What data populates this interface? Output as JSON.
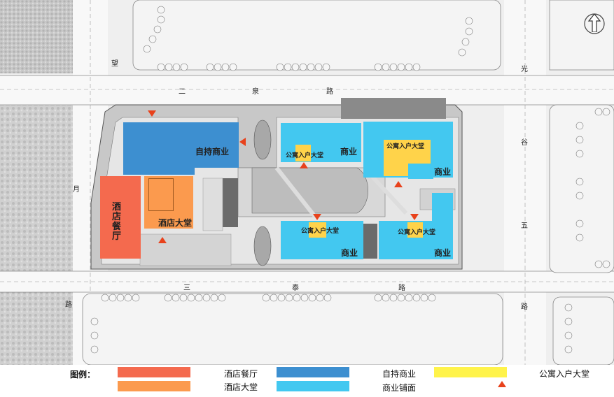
{
  "roads": {
    "north": [
      "二",
      "泉",
      "路"
    ],
    "south": [
      "三",
      "泰",
      "路"
    ],
    "west": [
      "望",
      "月",
      "路"
    ],
    "east": [
      "光",
      "谷",
      "五",
      "路"
    ]
  },
  "zones": {
    "self_owned_commercial": "自持商业",
    "commercial_1": "商业",
    "commercial_2": "商业",
    "commercial_3": "商业",
    "commercial_4": "商业",
    "apt_lobby_1": "公寓入户大堂",
    "apt_lobby_2": "公寓入户大堂",
    "apt_lobby_3": "公寓入户大堂",
    "apt_lobby_4": "公寓入户大堂",
    "hotel_restaurant": "酒店餐厅",
    "hotel_lobby": "酒店大堂"
  },
  "legend": {
    "title": "图例：",
    "items": [
      {
        "label": "酒店餐厅",
        "color": "#f46a4e"
      },
      {
        "label": "自持商业",
        "color": "#3d8fd0"
      },
      {
        "label": "公寓入户大堂",
        "color": "#fff34a"
      },
      {
        "label": "酒店大堂",
        "color": "#fb9a4e"
      },
      {
        "label": "商业铺面",
        "color": "#43c8f0"
      }
    ],
    "marker_color": "#e8421c"
  },
  "colors": {
    "hotel_restaurant": "#f46a4e",
    "hotel_lobby": "#fb9a4e",
    "self_owned_commercial": "#3d8fd0",
    "commercial": "#43c8f0",
    "apt_lobby": "#ffd34a",
    "entrance_marker": "#e8421c"
  },
  "icons": [
    "north-arrow-icon",
    "entrance-marker-icon"
  ]
}
